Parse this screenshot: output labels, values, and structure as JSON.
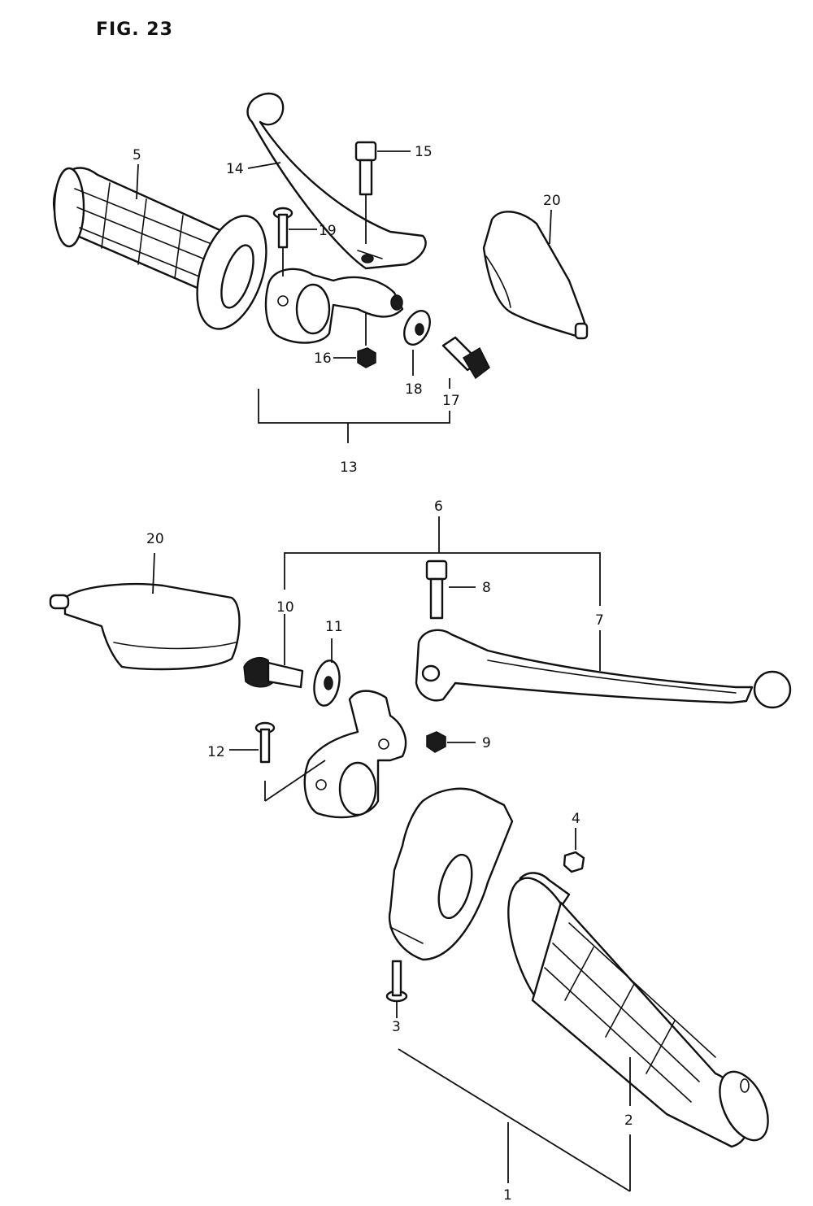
{
  "figure": {
    "title": "FIG. 23"
  },
  "callouts": {
    "c1": "1",
    "c2": "2",
    "c3": "3",
    "c4": "4",
    "c5": "5",
    "c6": "6",
    "c7": "7",
    "c8": "8",
    "c9": "9",
    "c10": "10",
    "c11": "11",
    "c12": "12",
    "c13": "13",
    "c14": "14",
    "c15": "15",
    "c16": "16",
    "c17": "17",
    "c18": "18",
    "c19": "19",
    "c20_top": "20",
    "c20_bottom": "20"
  }
}
